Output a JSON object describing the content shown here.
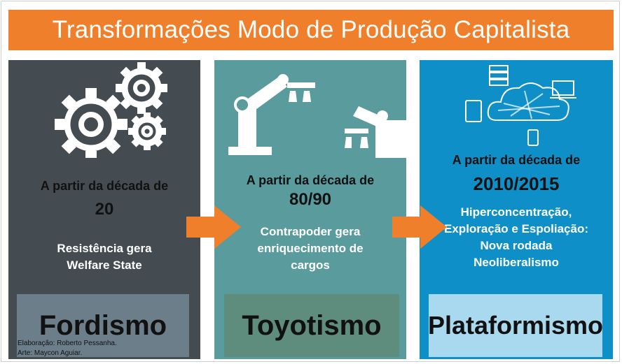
{
  "title": "Transformações Modo de Produção Capitalista",
  "colors": {
    "banner": "#ef7f2a",
    "arrow": "#ef7f2a",
    "panel1": "#454c51",
    "panel2": "#5a9b9e",
    "panel3": "#0f8fc8"
  },
  "panels": [
    {
      "intro": "A partir da década de",
      "period": "20",
      "desc_lines": [
        "Resistência gera",
        "Welfare State"
      ],
      "label": "Fordismo",
      "icon": "gears-icon"
    },
    {
      "intro": "A partir da década de",
      "period": "80/90",
      "desc_lines": [
        "Contrapoder gera",
        "enriquecimento de",
        "cargos"
      ],
      "label": "Toyotismo",
      "icon": "robot-arms-icon"
    },
    {
      "intro": "A partir da década de",
      "period": "2010/2015",
      "desc_lines": [
        "Hiperconcentração,",
        "Exploração e Espoliação:",
        "Nova rodada",
        "Neoliberalismo"
      ],
      "label": "Plataformismo",
      "icon": "cloud-network-icon"
    }
  ],
  "credits": [
    "Elaboração: Roberto Pessanha.",
    "Arte: Maycon Aguiar."
  ]
}
